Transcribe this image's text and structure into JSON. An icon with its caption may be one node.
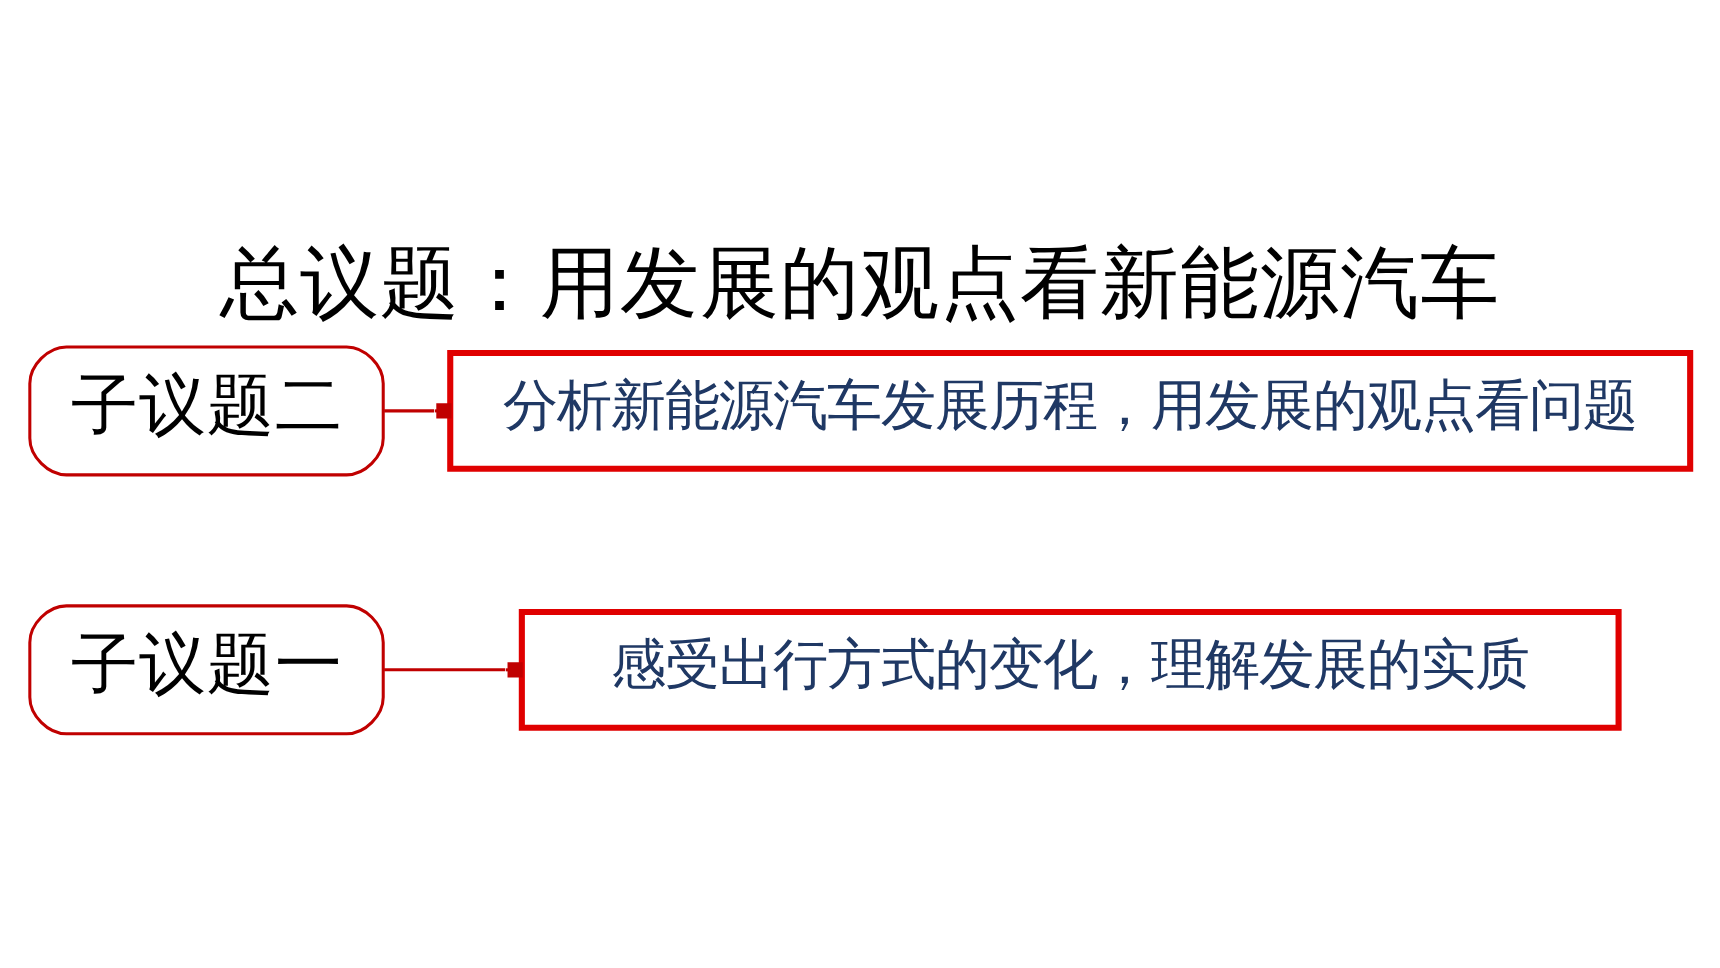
{
  "diagram": {
    "title": "总议题：用发展的观点看新能源汽车",
    "nodes": [
      {
        "text": [
          "子议题一"
        ]
      },
      {
        "text": [
          "感受出行方式的变化，理解发展的实质"
        ]
      },
      {
        "text": [
          "子议题二"
        ]
      },
      {
        "text": [
          "分析新能源汽车发展历程，用发展的观点看问题"
        ]
      }
    ],
    "edges": [
      {
        "from": 0,
        "to": 1,
        "arrow": "other"
      },
      {
        "from": 2,
        "to": 3,
        "arrow": "other"
      }
    ]
  }
}
